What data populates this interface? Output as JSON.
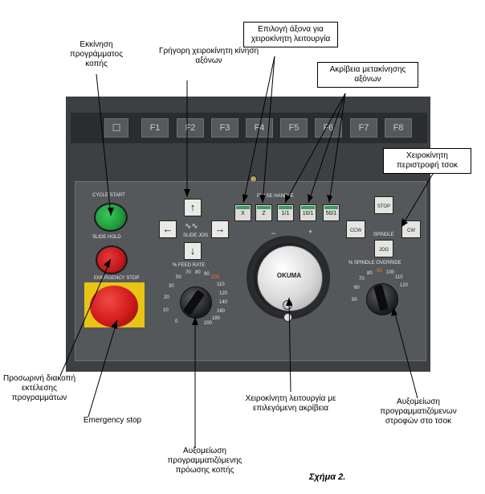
{
  "callouts": {
    "cycle_start": "Εκκίνηση προγράμματος κοπής",
    "slide_jog": "Γρήγορη χειροκίνητη κίνηση αξόνων",
    "axis_select": "Επιλογή άξονα για χειροκίνητη λειτουργία",
    "precision": "Ακρίβεια μετακίνησης αξόνων",
    "spindle_manual": "Χειροκίνητη περιστροφή τσοκ",
    "slide_hold": "Προσωρινή διακοπή εκτέλεσης προγραμμάτων",
    "emergency": "Emergency stop",
    "handwheel": "Χειροκίνητη λειτουργία με επιλεγόμενη ακρίβεια",
    "spindle_override": "Αυξομείωση προγραμματιζόμενων στροφών στο τσοκ",
    "feed_override": "Αυξομείωση προγραμματιζόμενης πρόωσης κοπής"
  },
  "caption": "Σχήμα 2.",
  "function_keys": [
    "F1",
    "F2",
    "F3",
    "F4",
    "F5",
    "F6",
    "F7",
    "F8"
  ],
  "panel_labels": {
    "cycle_start": "CYCLE START",
    "slide_hold": "SLIDE HOLD",
    "emergency_stop": "EMERGENCY STOP",
    "slide_jog": "SLIDE JOG",
    "feed_rate": "% FEED RATE",
    "pulse_handle": "PULSE HANDLE",
    "spindle_override": "% SPINDLE OVERRIDE",
    "handwheel_brand": "OKUMA",
    "stop": "STOP",
    "spindle": "SPINDLE",
    "ccw": "CCW",
    "cw": "CW",
    "jog": "JOG",
    "minus": "−",
    "plus": "+"
  },
  "axis_keys": [
    "X",
    "Z",
    "1/1",
    "10/1",
    "50/1"
  ],
  "feed_ticks": [
    "0",
    "10",
    "20",
    "30",
    "50",
    "70",
    "80",
    "90",
    "100",
    "110",
    "120",
    "140",
    "160",
    "180",
    "200"
  ],
  "spindle_ticks": [
    "50",
    "60",
    "70",
    "80",
    "90",
    "100",
    "110",
    "120"
  ],
  "colors": {
    "panel": "#3d3f42",
    "cycle_start": "#1f9a3b",
    "slide_hold": "#c2181b",
    "emergency": "#d21b1b",
    "emergency_base": "#e8c414",
    "axis_led": "#3a9a62"
  }
}
